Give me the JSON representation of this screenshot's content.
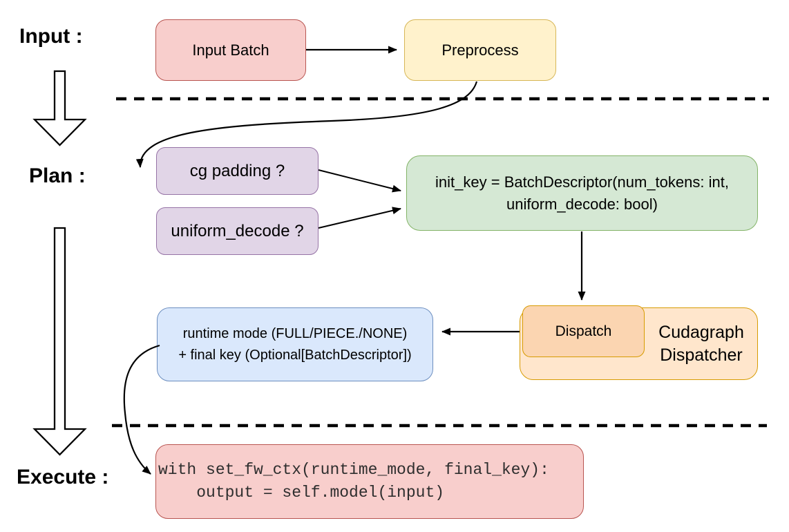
{
  "section_labels": {
    "input": "Input :",
    "plan": "Plan :",
    "execute": "Execute :"
  },
  "nodes": {
    "input_batch": {
      "label": "Input Batch",
      "fill": "#f8cecc",
      "border": "#b85450"
    },
    "preprocess": {
      "label": "Preprocess",
      "fill": "#fff2cc",
      "border": "#d6b656"
    },
    "cg_padding": {
      "label": "cg padding ?",
      "fill": "#e1d5e7",
      "border": "#9673a6"
    },
    "uniform_decode": {
      "label": "uniform_decode ?",
      "fill": "#e1d5e7",
      "border": "#9673a6"
    },
    "init_key": {
      "line1": "init_key = BatchDescriptor(num_tokens: int,",
      "line2": "uniform_decode: bool)",
      "fill": "#d5e8d4",
      "border": "#82b366"
    },
    "dispatch": {
      "label": "Dispatch",
      "fill": "#fbd5b1",
      "border": "#d79b00"
    },
    "cudagraph_dispatcher": {
      "line1": "Cudagraph",
      "line2": "Dispatcher",
      "fill": "#ffe6cc",
      "border": "#d79b00"
    },
    "runtime_output": {
      "line1": "runtime mode (FULL/PIECE./NONE)",
      "line2": "+ final key (Optional[BatchDescriptor])",
      "fill": "#dae8fc",
      "border": "#6c8ebf"
    },
    "execute_code": {
      "line1": "with set_fw_ctx(runtime_mode, final_key):",
      "line2": "    output = self.model(input)",
      "fill": "#f8cecc",
      "border": "#b85450"
    }
  },
  "colors": {
    "arrow": "#000000",
    "divider": "#000000",
    "background": "#ffffff"
  }
}
